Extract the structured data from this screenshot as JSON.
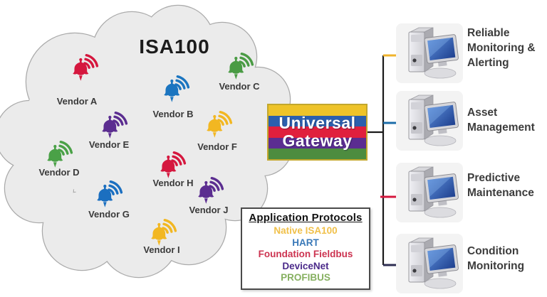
{
  "cloud": {
    "title": "ISA100",
    "fill": "#ebebeb",
    "stroke": "#aaaaaa",
    "vendors": [
      {
        "name": "Vendor A",
        "color": "#d5173e"
      },
      {
        "name": "Vendor B",
        "color": "#1b75c0"
      },
      {
        "name": "Vendor C",
        "color": "#4a9b44"
      },
      {
        "name": "Vendor D",
        "color": "#4aa147"
      },
      {
        "name": "Vendor E",
        "color": "#5b2d90"
      },
      {
        "name": "Vendor F",
        "color": "#f2b722"
      },
      {
        "name": "Vendor G",
        "color": "#1b6fc0"
      },
      {
        "name": "Vendor H",
        "color": "#d5173e"
      },
      {
        "name": "Vendor I",
        "color": "#f2b722"
      },
      {
        "name": "Vendor J",
        "color": "#5b2d90"
      }
    ]
  },
  "gateway": {
    "line1": "Universal",
    "line2": "Gateway",
    "border_color": "#c2a72e",
    "stripes": [
      "#eec329",
      "#2b5fad",
      "#e01f3d",
      "#5b2d91",
      "#4d8c3f"
    ]
  },
  "connectors": {
    "trunk_color": "#1a1a1a"
  },
  "workstations": [
    {
      "label": "Reliable\nMonitoring &\nAlerting",
      "line_color": "#f0b32c"
    },
    {
      "label": "Asset\nManagement",
      "line_color": "#1b6ca8"
    },
    {
      "label": "Predictive\nMaintenance",
      "line_color": "#d5173e"
    },
    {
      "label": "Condition\nMonitoring",
      "line_color": "#2e2e52"
    }
  ],
  "protocols": {
    "title": "Application Protocols",
    "items": [
      {
        "label": "Native ISA100",
        "color": "#f0c04a"
      },
      {
        "label": "HART",
        "color": "#3a79b8"
      },
      {
        "label": "Foundation Fieldbus",
        "color": "#cc3350"
      },
      {
        "label": "DeviceNet",
        "color": "#4b2a8a"
      },
      {
        "label": "PROFIBUS",
        "color": "#86b060"
      }
    ]
  }
}
